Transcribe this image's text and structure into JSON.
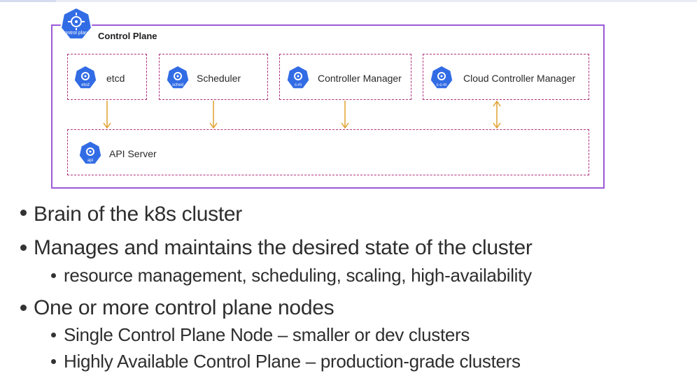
{
  "diagram": {
    "title": "Control Plane",
    "title_badge": {
      "icon": "kubernetes-control-plane-icon",
      "text": "control plane"
    },
    "components": [
      {
        "id": "etcd",
        "label": "etcd",
        "badge_text": "etcd",
        "icon": "kubernetes-etcd-icon"
      },
      {
        "id": "scheduler",
        "label": "Scheduler",
        "badge_text": "sched",
        "icon": "kubernetes-scheduler-icon"
      },
      {
        "id": "controller-manager",
        "label": "Controller Manager",
        "badge_text": "c-m",
        "icon": "kubernetes-controller-manager-icon"
      },
      {
        "id": "cloud-controller-manager",
        "label": "Cloud Controller Manager",
        "badge_text": "c-c-m",
        "icon": "kubernetes-cloud-controller-manager-icon"
      }
    ],
    "api_server": {
      "label": "API Server",
      "badge_text": "api",
      "icon": "kubernetes-api-server-icon"
    },
    "colors": {
      "frame": "#9b59d8",
      "dashed_box": "#b0307a",
      "arrow": "#e0a030",
      "k8s_blue": "#326ce5"
    }
  },
  "bullets": {
    "item1": "Brain of the k8s cluster",
    "item2": "Manages and maintains the desired state of the cluster",
    "item2_sub1": "resource management, scheduling, scaling, high-availability",
    "item3": "One or more control plane nodes",
    "item3_sub1": "Single Control Plane Node – smaller or dev clusters",
    "item3_sub2": "Highly Available Control Plane – production-grade clusters"
  }
}
